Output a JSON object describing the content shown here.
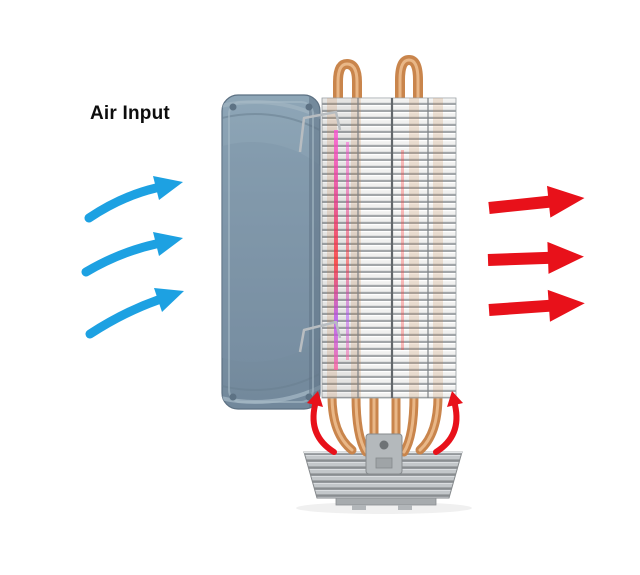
{
  "diagram": {
    "background": "#ffffff",
    "air_input_label": "Air Input",
    "arrows": {
      "input": {
        "color": "#1da1e2",
        "count": 3,
        "direction": "right"
      },
      "output": {
        "color": "#e8111a",
        "count": 3,
        "direction": "right"
      },
      "base_heat": {
        "color": "#e8111a",
        "count": 2,
        "direction": "up"
      }
    },
    "colors": {
      "fan_body": "#7f97a9",
      "fin_light": "#f1f1f0",
      "fin_dark": "#a2a6a9",
      "heatpipe_copper": "#c9854c",
      "heatpipe_highlight": "#e9b787",
      "base_aluminum": "#c3c7ca",
      "rgb_streak": "#ff4fd8"
    }
  }
}
